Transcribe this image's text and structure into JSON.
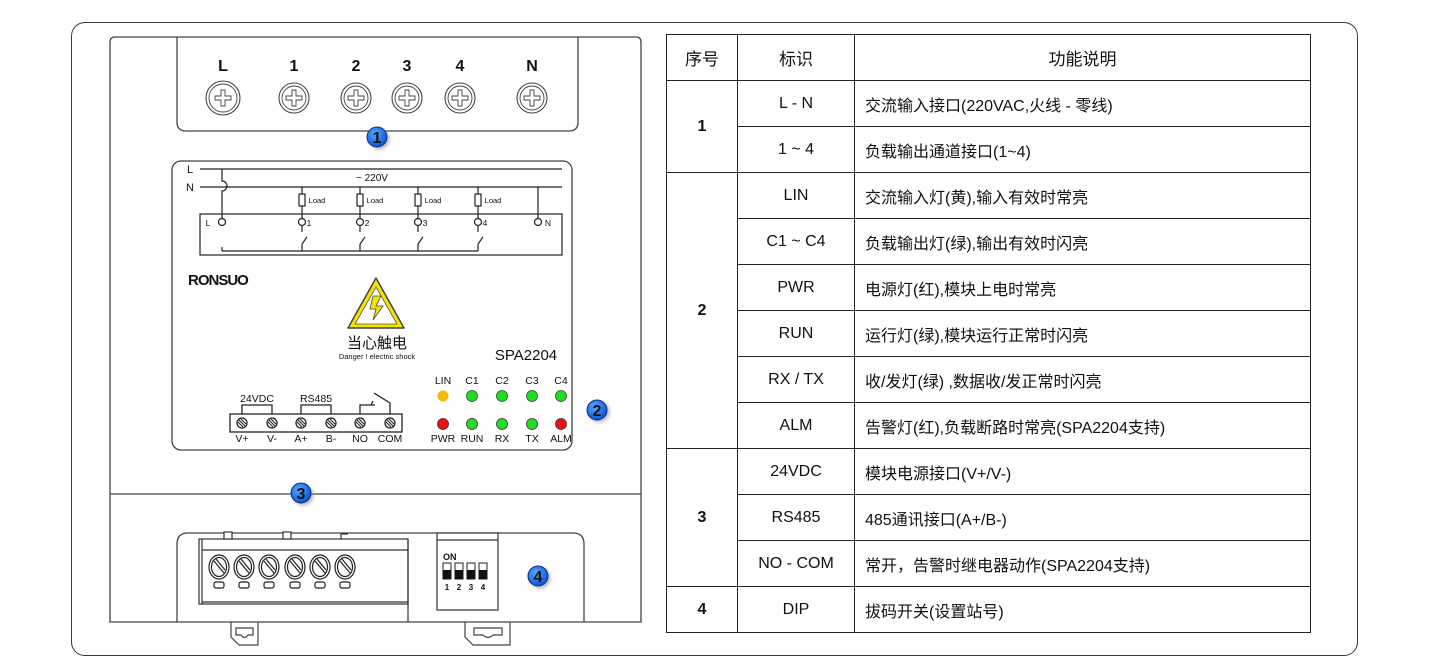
{
  "device": {
    "top_terminals": [
      "L",
      "1",
      "2",
      "3",
      "4",
      "N"
    ],
    "callouts": [
      "1",
      "2",
      "3",
      "4"
    ],
    "wiring": {
      "line_label": "L",
      "neutral_label": "N",
      "voltage_label": "~ 220V",
      "load_label": "Load",
      "terminal_labels": [
        "L",
        "1",
        "2",
        "3",
        "4",
        "N"
      ]
    },
    "logo": "RONSUO",
    "warning": {
      "title": "当心触电",
      "subtitle": "Danger ! electric shock"
    },
    "model": "SPA2204",
    "bottom_groups": {
      "power": "24VDC",
      "comm": "RS485"
    },
    "bottom_terminals": [
      "V+",
      "V-",
      "A+",
      "B-",
      "NO",
      "COM"
    ],
    "leds_top": [
      {
        "label": "LIN",
        "color": "#f5b800"
      },
      {
        "label": "C1",
        "color": "#22dd22"
      },
      {
        "label": "C2",
        "color": "#22dd22"
      },
      {
        "label": "C3",
        "color": "#22dd22"
      },
      {
        "label": "C4",
        "color": "#22dd22"
      }
    ],
    "leds_bottom": [
      {
        "label": "PWR",
        "color": "#ee1111"
      },
      {
        "label": "RUN",
        "color": "#22dd22"
      },
      {
        "label": "RX",
        "color": "#22dd22"
      },
      {
        "label": "TX",
        "color": "#22dd22"
      },
      {
        "label": "ALM",
        "color": "#ee1111"
      }
    ],
    "dip": {
      "on_label": "ON",
      "switch_labels": [
        "1",
        "2",
        "3",
        "4"
      ]
    },
    "callout_color": "#1a73e8"
  },
  "table": {
    "headers": [
      "序号",
      "标识",
      "功能说明"
    ],
    "groups": [
      {
        "index": "1",
        "rows": [
          {
            "mark": "L - N",
            "desc": "交流输入接口(220VAC,火线 - 零线)"
          },
          {
            "mark": "1 ~ 4",
            "desc": "负载输出通道接口(1~4)"
          }
        ]
      },
      {
        "index": "2",
        "rows": [
          {
            "mark": "LIN",
            "desc": "交流输入灯(黄),输入有效时常亮"
          },
          {
            "mark": "C1 ~ C4",
            "desc": "负载输出灯(绿),输出有效时闪亮"
          },
          {
            "mark": "PWR",
            "desc": "电源灯(红),模块上电时常亮"
          },
          {
            "mark": "RUN",
            "desc": "运行灯(绿),模块运行正常时闪亮"
          },
          {
            "mark": "RX / TX",
            "desc": "收/发灯(绿) ,数据收/发正常时闪亮"
          },
          {
            "mark": "ALM",
            "desc": "告警灯(红),负载断路时常亮(SPA2204支持)"
          }
        ]
      },
      {
        "index": "3",
        "rows": [
          {
            "mark": "24VDC",
            "desc": "模块电源接口(V+/V-)"
          },
          {
            "mark": "RS485",
            "desc": "485通讯接口(A+/B-)"
          },
          {
            "mark": "NO - COM",
            "desc": "常开，告警时继电器动作(SPA2204支持)"
          }
        ]
      },
      {
        "index": "4",
        "rows": [
          {
            "mark": "DIP",
            "desc": "拔码开关(设置站号)"
          }
        ]
      }
    ]
  }
}
